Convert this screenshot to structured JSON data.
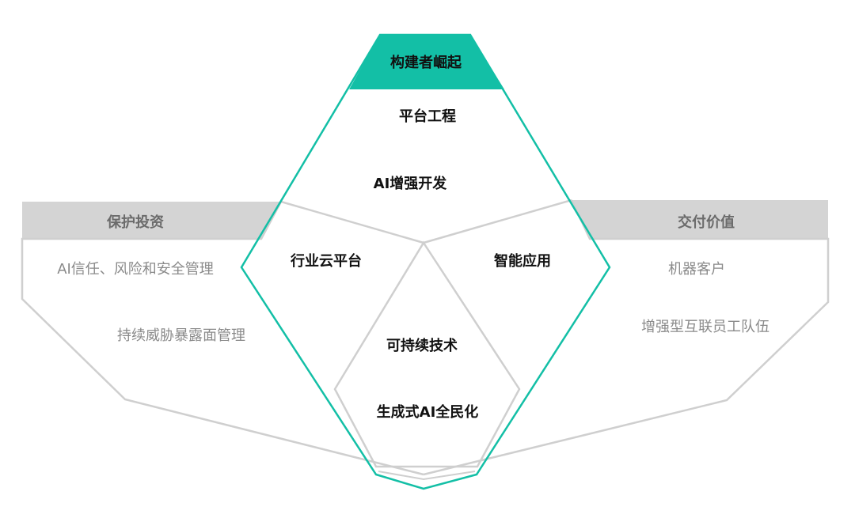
{
  "colors": {
    "accent": "#13bfa6",
    "gray_band": "#d4d4d4",
    "gray_outline": "#cfcfcf",
    "dark_text": "#111111",
    "muted_text": "#8a8a8a"
  },
  "center": {
    "header": "构建者崛起",
    "items": [
      "平台工程",
      "AI增强开发"
    ]
  },
  "left": {
    "header": "保护投资",
    "items": [
      "AI信任、风险和安全管理",
      "持续威胁暴露面管理"
    ]
  },
  "right": {
    "header": "交付价值",
    "items": [
      "机器客户",
      "增强型互联员工队伍"
    ]
  },
  "overlap_left": "行业云平台",
  "overlap_right": "智能应用",
  "core": {
    "items": [
      "可持续技术",
      "生成式AI全民化"
    ]
  }
}
